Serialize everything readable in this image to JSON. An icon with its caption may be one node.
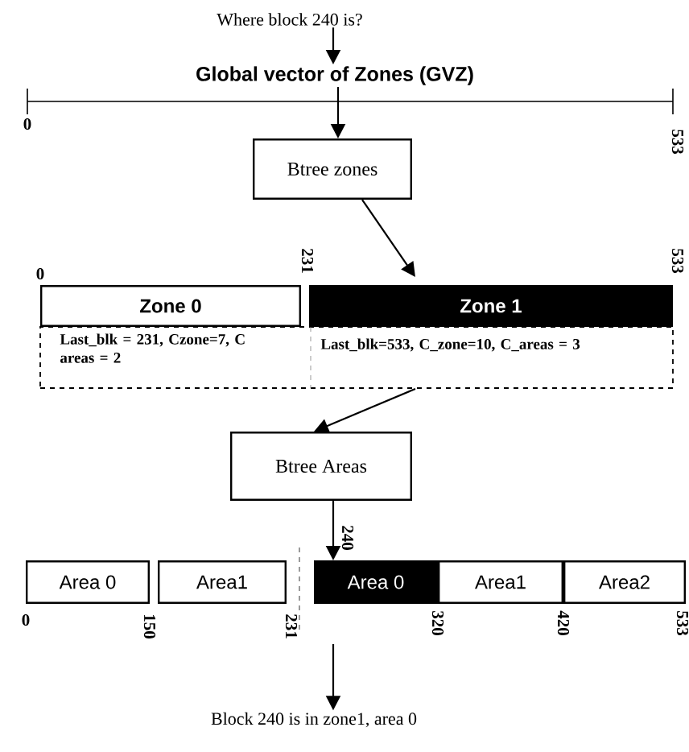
{
  "diagram": {
    "nodes": [
      {
        "text": [
          "Where block 240 is?"
        ]
      },
      {
        "text": [
          "Global vector of Zones (GVZ)"
        ]
      },
      {
        "text": [
          "Btree zones"
        ]
      },
      {
        "text": [
          "Zone 0"
        ]
      },
      {
        "text": [
          "Zone 1"
        ]
      },
      {
        "text": [
          "Last_blk = 231, Czone=7, C areas = 2",
          "Last_blk=533, C_zone=10, C_areas = 3"
        ]
      },
      {
        "text": [
          "Btree Areas"
        ]
      },
      {
        "text": [
          "Area 0"
        ]
      },
      {
        "text": [
          "Area1"
        ]
      },
      {
        "text": [
          "Area 0"
        ]
      },
      {
        "text": [
          "Area1"
        ]
      },
      {
        "text": [
          "Area2"
        ]
      },
      {
        "text": [
          "Block 240 is in zone1, area 0"
        ]
      }
    ],
    "edges": [
      {
        "from": 0,
        "to": 1,
        "arrow": "to"
      },
      {
        "from": 1,
        "to": 2,
        "arrow": "to"
      },
      {
        "from": 2,
        "to": 4,
        "arrow": "to"
      },
      {
        "from": 5,
        "to": 6,
        "arrow": "to"
      },
      {
        "from": 6,
        "to": 9,
        "arrow": "to"
      },
      {
        "from": 9,
        "to": 12,
        "arrow": "to"
      }
    ],
    "labels": [
      "0",
      "533",
      "0",
      "231",
      "533",
      "240",
      "0",
      "150",
      "231",
      "320",
      "420",
      "533"
    ]
  }
}
